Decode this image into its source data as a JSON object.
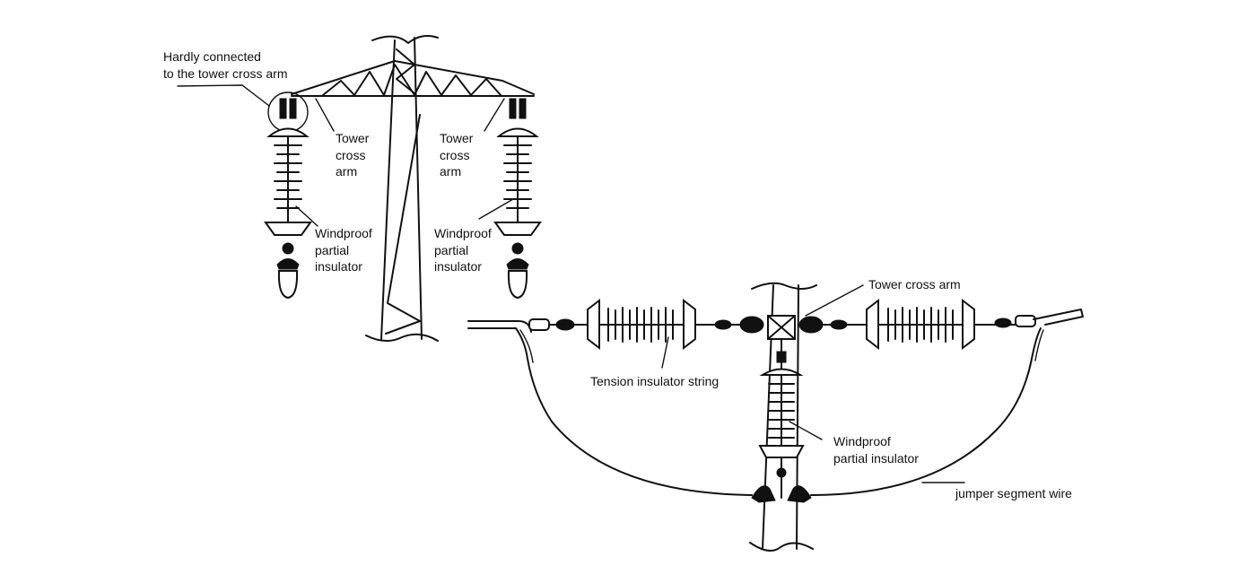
{
  "figure": {
    "top_left_view": {
      "callout_hardly_connected": "Hardly connected\nto the tower cross arm",
      "label_cross_arm_left": "Tower\ncross\narm",
      "label_cross_arm_right": "Tower\ncross\narm",
      "label_windproof_left": "Windproof\npartial\ninsulator",
      "label_windproof_right": "Windproof\npartial\ninsulator"
    },
    "bottom_right_view": {
      "label_tower_cross_arm": "Tower cross arm",
      "label_tension_string": "Tension insulator string",
      "label_windproof": "Windproof\npartial insulator",
      "label_jumper_wire": "jumper segment wire"
    }
  }
}
